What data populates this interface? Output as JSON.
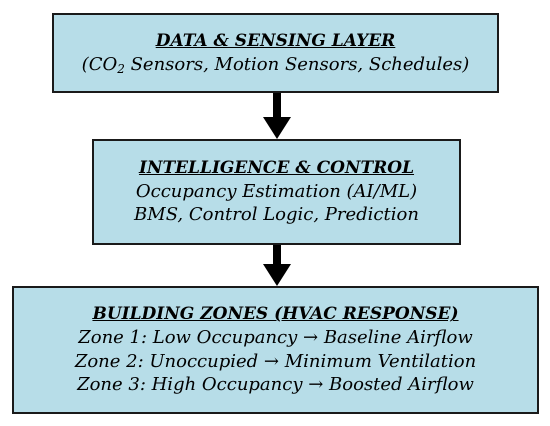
{
  "colors": {
    "box_fill": "#b7dde8",
    "box_border": "#1a1a1a",
    "arrow": "#000000"
  },
  "data_layer": {
    "title": "DATA & SENSING LAYER",
    "line_prefix": "(CO",
    "line_sub": "2",
    "line_suffix": " Sensors,  Motion Sensors, Schedules)"
  },
  "intelligence": {
    "title": "INTELLIGENCE & CONTROL",
    "lines": [
      "Occupancy Estimation (AI/ML)",
      "BMS,  Control Logic, Prediction"
    ]
  },
  "zones": {
    "title": "BUILDING ZONES (HVAC RESPONSE)",
    "lines": [
      "Zone 1: Low Occupancy → Baseline Airflow",
      "Zone 2: Unoccupied → Minimum Ventilation",
      "Zone 3: High Occupancy → Boosted Airflow"
    ]
  }
}
